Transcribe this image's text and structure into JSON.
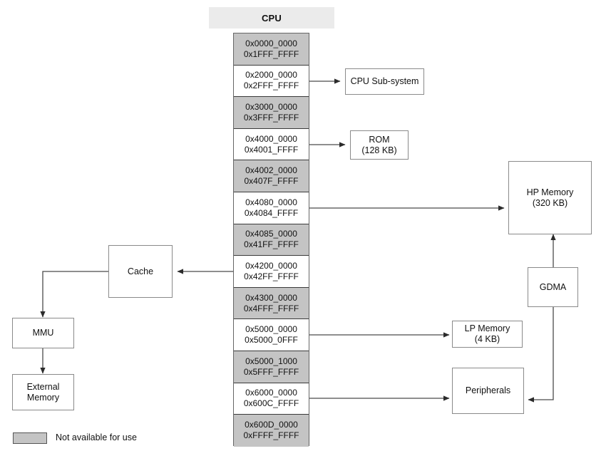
{
  "diagram": {
    "title_bar": {
      "label": "CPU"
    },
    "legend": {
      "swatch_color": "#c4c4c4",
      "label": "Not available for use"
    },
    "colors": {
      "unavailable_fill": "#c4c4c4",
      "available_fill": "#ffffff",
      "header_fill": "#ebebeb",
      "border": "#8a8a8a",
      "wire": "#4a4a4a",
      "text": "#111111"
    },
    "memory_map": {
      "column_header": "CPU",
      "rows": [
        {
          "start": "0x0000_0000",
          "end": "0x1FFF_FFFF",
          "available": false,
          "target": null
        },
        {
          "start": "0x2000_0000",
          "end": "0x2FFF_FFFF",
          "available": true,
          "target": "CPU Sub-system"
        },
        {
          "start": "0x3000_0000",
          "end": "0x3FFF_FFFF",
          "available": false,
          "target": null
        },
        {
          "start": "0x4000_0000",
          "end": "0x4001_FFFF",
          "available": true,
          "target": "ROM"
        },
        {
          "start": "0x4002_0000",
          "end": "0x407F_FFFF",
          "available": false,
          "target": null
        },
        {
          "start": "0x4080_0000",
          "end": "0x4084_FFFF",
          "available": true,
          "target": "HP Memory"
        },
        {
          "start": "0x4085_0000",
          "end": "0x41FF_FFFF",
          "available": false,
          "target": null
        },
        {
          "start": "0x4200_0000",
          "end": "0x42FF_FFFF",
          "available": true,
          "target": "Cache"
        },
        {
          "start": "0x4300_0000",
          "end": "0x4FFF_FFFF",
          "available": false,
          "target": null
        },
        {
          "start": "0x5000_0000",
          "end": "0x5000_0FFF",
          "available": true,
          "target": "LP Memory"
        },
        {
          "start": "0x5000_1000",
          "end": "0x5FFF_FFFF",
          "available": false,
          "target": null
        },
        {
          "start": "0x6000_0000",
          "end": "0x600C_FFFF",
          "available": true,
          "target": "Peripherals"
        },
        {
          "start": "0x600D_0000",
          "end": "0xFFFF_FFFF",
          "available": false,
          "target": null
        }
      ]
    },
    "blocks": {
      "cpu_subsystem": {
        "label": "CPU Sub-system",
        "sub": ""
      },
      "rom": {
        "label": "ROM",
        "sub": "(128 KB)"
      },
      "hp_memory": {
        "label": "HP Memory",
        "sub": "(320 KB)"
      },
      "cache": {
        "label": "Cache",
        "sub": ""
      },
      "mmu": {
        "label": "MMU",
        "sub": ""
      },
      "external_memory": {
        "label": "External",
        "sub": "Memory"
      },
      "lp_memory": {
        "label": "LP Memory",
        "sub": "(4 KB)"
      },
      "peripherals": {
        "label": "Peripherals",
        "sub": ""
      },
      "gdma": {
        "label": "GDMA",
        "sub": ""
      }
    },
    "connections": [
      {
        "from": "0x2000_0000",
        "to": "CPU Sub-system"
      },
      {
        "from": "0x4000_0000",
        "to": "ROM"
      },
      {
        "from": "0x4080_0000",
        "to": "HP Memory"
      },
      {
        "from": "0x4200_0000",
        "to": "Cache"
      },
      {
        "from": "0x5000_0000",
        "to": "LP Memory"
      },
      {
        "from": "0x6000_0000",
        "to": "Peripherals"
      },
      {
        "from": "Cache",
        "to": "MMU"
      },
      {
        "from": "MMU",
        "to": "External Memory"
      },
      {
        "from": "GDMA",
        "to": "HP Memory"
      },
      {
        "from": "GDMA",
        "to": "Peripherals"
      }
    ]
  }
}
